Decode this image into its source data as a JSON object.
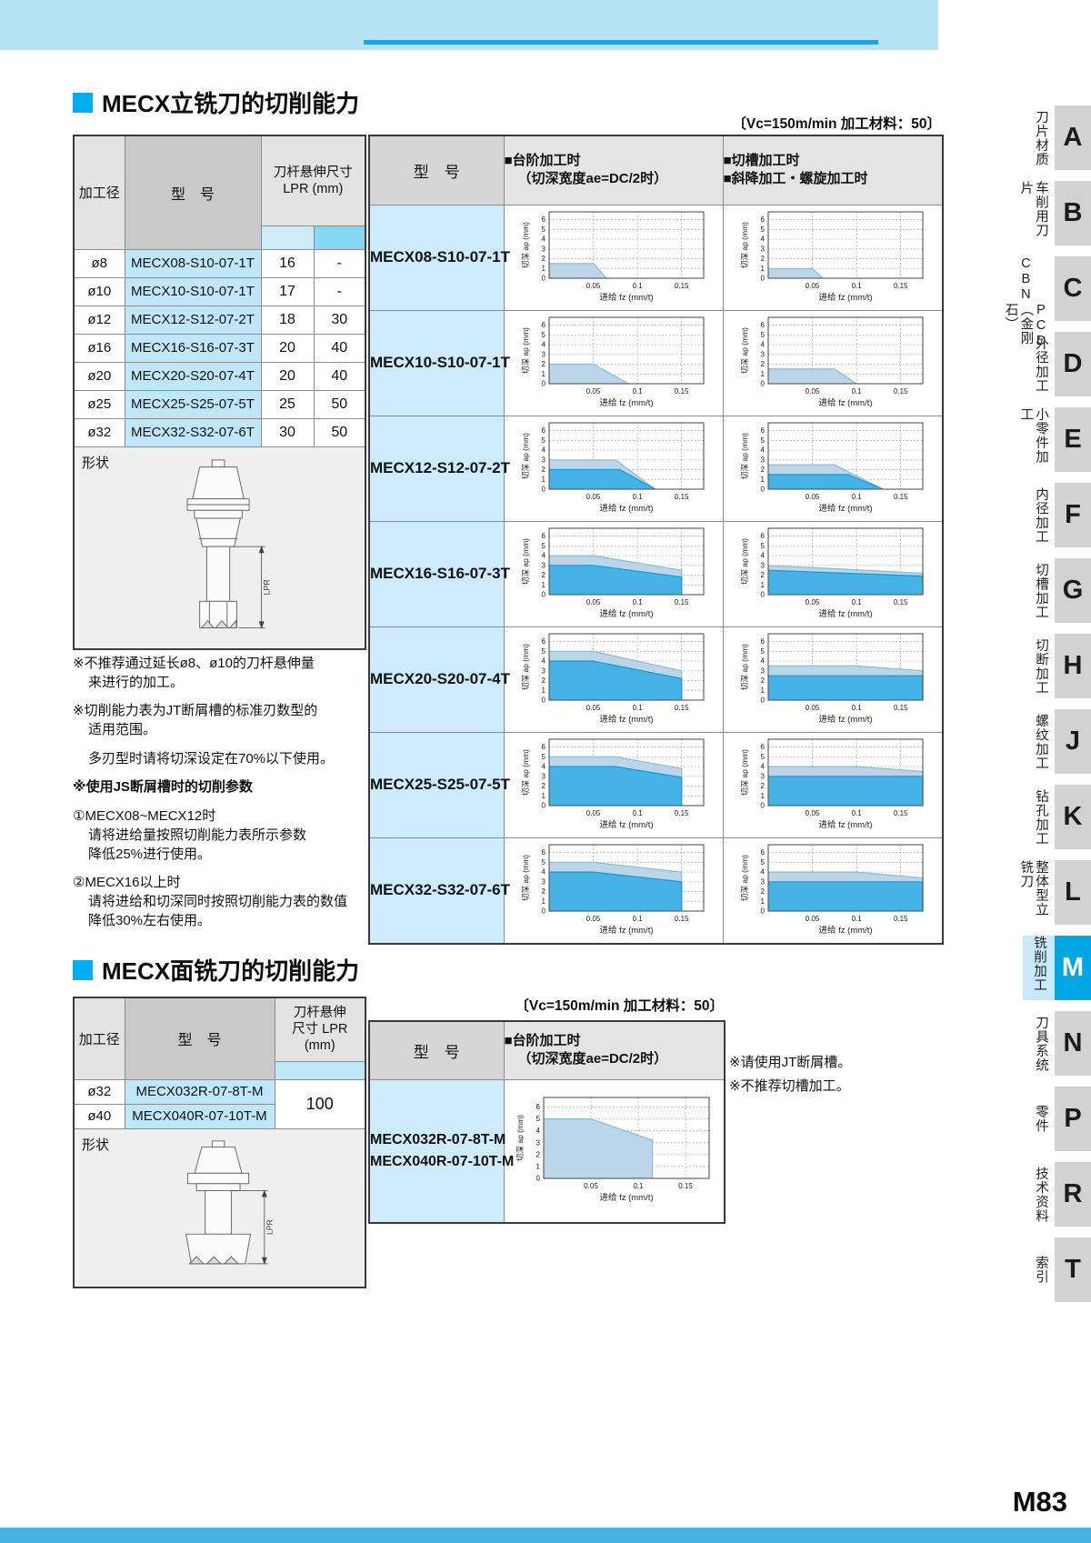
{
  "page": {
    "number": "M83",
    "colors": {
      "accent": "#00aeef",
      "topbar": "#b6e2f6",
      "bottombar": "#47b2e4",
      "active_tab": "#00a6e4",
      "model_cell": "#cdebfa"
    }
  },
  "sidebar": {
    "tabs": [
      {
        "letter": "A",
        "cols": [
          "刀片材质"
        ]
      },
      {
        "letter": "B",
        "cols": [
          "车削用刀片"
        ]
      },
      {
        "letter": "C",
        "cols": [
          "CBN",
          "PCD（金刚石）"
        ]
      },
      {
        "letter": "D",
        "cols": [
          "外径加工"
        ]
      },
      {
        "letter": "E",
        "cols": [
          "小零件加工"
        ]
      },
      {
        "letter": "F",
        "cols": [
          "内径加工"
        ]
      },
      {
        "letter": "G",
        "cols": [
          "切槽加工"
        ]
      },
      {
        "letter": "H",
        "cols": [
          "切断加工"
        ]
      },
      {
        "letter": "J",
        "cols": [
          "螺纹加工"
        ]
      },
      {
        "letter": "K",
        "cols": [
          "钻孔加工"
        ]
      },
      {
        "letter": "L",
        "cols": [
          "整体型立铣刀"
        ]
      },
      {
        "letter": "M",
        "cols": [
          "铣削加工"
        ],
        "active": true
      },
      {
        "letter": "N",
        "cols": [
          "刀具系统"
        ]
      },
      {
        "letter": "P",
        "cols": [
          "零件"
        ]
      },
      {
        "letter": "R",
        "cols": [
          "技术资料"
        ]
      },
      {
        "letter": "T",
        "cols": [
          "索引"
        ]
      }
    ]
  },
  "section1": {
    "title": "MECX立铣刀的切削能力",
    "vc_note": "〔Vc=150m/min 加工材料：50〕",
    "spec_table": {
      "h_diameter": "加工径",
      "h_model": "型　号",
      "h_lpr_line1": "刀杆悬伸尺寸",
      "h_lpr_line2": "LPR (mm)",
      "shape_label": "形状",
      "rows": [
        {
          "diameter": "ø8",
          "model": "MECX08-S10-07-1T",
          "lpr1": "16",
          "lpr2": "-"
        },
        {
          "diameter": "ø10",
          "model": "MECX10-S10-07-1T",
          "lpr1": "17",
          "lpr2": "-"
        },
        {
          "diameter": "ø12",
          "model": "MECX12-S12-07-2T",
          "lpr1": "18",
          "lpr2": "30"
        },
        {
          "diameter": "ø16",
          "model": "MECX16-S16-07-3T",
          "lpr1": "20",
          "lpr2": "40"
        },
        {
          "diameter": "ø20",
          "model": "MECX20-S20-07-4T",
          "lpr1": "20",
          "lpr2": "40"
        },
        {
          "diameter": "ø25",
          "model": "MECX25-S25-07-5T",
          "lpr1": "25",
          "lpr2": "50"
        },
        {
          "diameter": "ø32",
          "model": "MECX32-S32-07-6T",
          "lpr1": "30",
          "lpr2": "50"
        }
      ]
    },
    "chart_table": {
      "h_model": "型　号",
      "h_step_line1": "■台阶加工时",
      "h_step_line2": "（切深宽度ae=DC/2时）",
      "h_slot_line1": "■切槽加工时",
      "h_slot_line2": "■斜降加工・螺旋加工时"
    },
    "notes": [
      {
        "text": "※不推荐通过延长ø8、ø10的刀杆悬伸量",
        "cls": ""
      },
      {
        "text": "来进行的加工。",
        "cls": "ind"
      },
      {
        "text": "※切削能力表为JT断屑槽的标准刃数型的",
        "cls": "gap"
      },
      {
        "text": "适用范围。",
        "cls": "ind"
      },
      {
        "text": "多刃型时请将切深设定在70%以下使用。",
        "cls": "ind gap"
      },
      {
        "text": "※使用JS断屑槽时的切削参数",
        "cls": "bold gap"
      },
      {
        "text": "①MECX08~MECX12时",
        "cls": "gap"
      },
      {
        "text": "请将进给量按照切削能力表所示参数",
        "cls": "ind"
      },
      {
        "text": "降低25%进行使用。",
        "cls": "ind"
      },
      {
        "text": "②MECX16以上时",
        "cls": "gap"
      },
      {
        "text": "请将进给和切深同时按照切削能力表的数值",
        "cls": "ind"
      },
      {
        "text": "降低30%左右使用。",
        "cls": "ind"
      }
    ]
  },
  "section2": {
    "title": "MECX面铣刀的切削能力",
    "vc_note": "〔Vc=150m/min 加工材料：50〕",
    "spec_table": {
      "h_diameter": "加工径",
      "h_model": "型　号",
      "h_lpr_line1": "刀杆悬伸",
      "h_lpr_line2": "尺寸 LPR",
      "h_lpr_line3": "(mm)",
      "shape_label": "形状",
      "rows": [
        {
          "diameter": "ø32",
          "model": "MECX032R-07-8T-M"
        },
        {
          "diameter": "ø40",
          "model": "MECX040R-07-10T-M"
        }
      ],
      "lpr_merged": "100"
    },
    "chart_table": {
      "h_model": "型　号",
      "h_step_line1": "■台阶加工时",
      "h_step_line2": "（切深宽度ae=DC/2时）"
    },
    "notes": [
      "※请使用JT断屑槽。",
      "※不推荐切槽加工。"
    ]
  },
  "chart_data": {
    "type": "area",
    "xlabel": "进给 fz (mm/t)",
    "ylabel": "切深 ap (mm)",
    "xlim": [
      0,
      0.175
    ],
    "ylim": [
      0,
      6.8
    ],
    "xticks": [
      0.05,
      0.1,
      0.15
    ],
    "yticks": [
      0,
      1,
      2,
      3,
      4,
      5,
      6
    ],
    "grid": "dotted",
    "legend_position": "none",
    "tones": {
      "light": "#bad6e8",
      "dark": "#46b3e6"
    },
    "tone_lines": {
      "light": "#8cb8d4",
      "dark": "#1798d4"
    },
    "columns": [
      "step",
      "slot"
    ],
    "rows": [
      {
        "model": "MECX08-S10-07-1T",
        "step": [
          {
            "tone": "light",
            "pts": [
              [
                0,
                1.5
              ],
              [
                0.05,
                1.5
              ],
              [
                0.065,
                0
              ]
            ]
          }
        ],
        "slot": [
          {
            "tone": "light",
            "pts": [
              [
                0,
                1.0
              ],
              [
                0.05,
                1.0
              ],
              [
                0.062,
                0
              ]
            ]
          }
        ]
      },
      {
        "model": "MECX10-S10-07-1T",
        "step": [
          {
            "tone": "light",
            "pts": [
              [
                0,
                2.0
              ],
              [
                0.05,
                2.0
              ],
              [
                0.09,
                0
              ]
            ]
          }
        ],
        "slot": [
          {
            "tone": "light",
            "pts": [
              [
                0,
                1.5
              ],
              [
                0.075,
                1.5
              ],
              [
                0.1,
                0
              ]
            ]
          }
        ]
      },
      {
        "model": "MECX12-S12-07-2T",
        "step": [
          {
            "tone": "light",
            "pts": [
              [
                0,
                3.0
              ],
              [
                0.075,
                3.0
              ],
              [
                0.12,
                0
              ]
            ]
          },
          {
            "tone": "dark",
            "pts": [
              [
                0,
                2.0
              ],
              [
                0.08,
                2.0
              ],
              [
                0.12,
                0
              ]
            ]
          }
        ],
        "slot": [
          {
            "tone": "light",
            "pts": [
              [
                0,
                2.5
              ],
              [
                0.075,
                2.5
              ],
              [
                0.13,
                0
              ]
            ]
          },
          {
            "tone": "dark",
            "pts": [
              [
                0,
                1.5
              ],
              [
                0.09,
                1.5
              ],
              [
                0.13,
                0
              ]
            ]
          }
        ]
      },
      {
        "model": "MECX16-S16-07-3T",
        "step": [
          {
            "tone": "light",
            "pts": [
              [
                0,
                4.0
              ],
              [
                0.05,
                4.0
              ],
              [
                0.15,
                2.5
              ],
              [
                0.15,
                0
              ]
            ]
          },
          {
            "tone": "dark",
            "pts": [
              [
                0,
                3.0
              ],
              [
                0.05,
                3.0
              ],
              [
                0.15,
                1.8
              ],
              [
                0.15,
                0
              ]
            ]
          }
        ],
        "slot": [
          {
            "tone": "light",
            "pts": [
              [
                0,
                3.0
              ],
              [
                0.175,
                2.2
              ],
              [
                0.175,
                0
              ]
            ]
          },
          {
            "tone": "dark",
            "pts": [
              [
                0,
                2.5
              ],
              [
                0.175,
                1.9
              ],
              [
                0.175,
                0
              ]
            ]
          }
        ]
      },
      {
        "model": "MECX20-S20-07-4T",
        "step": [
          {
            "tone": "light",
            "pts": [
              [
                0,
                5.0
              ],
              [
                0.05,
                5.0
              ],
              [
                0.15,
                3.0
              ],
              [
                0.15,
                0
              ]
            ]
          },
          {
            "tone": "dark",
            "pts": [
              [
                0,
                4.0
              ],
              [
                0.05,
                4.0
              ],
              [
                0.15,
                2.2
              ],
              [
                0.15,
                0
              ]
            ]
          }
        ],
        "slot": [
          {
            "tone": "light",
            "pts": [
              [
                0,
                3.5
              ],
              [
                0.1,
                3.5
              ],
              [
                0.175,
                3.0
              ],
              [
                0.175,
                0
              ]
            ]
          },
          {
            "tone": "dark",
            "pts": [
              [
                0,
                2.5
              ],
              [
                0.175,
                2.5
              ],
              [
                0.175,
                0
              ]
            ]
          }
        ]
      },
      {
        "model": "MECX25-S25-07-5T",
        "step": [
          {
            "tone": "light",
            "pts": [
              [
                0,
                5.0
              ],
              [
                0.075,
                5.0
              ],
              [
                0.15,
                3.8
              ],
              [
                0.15,
                0
              ]
            ]
          },
          {
            "tone": "dark",
            "pts": [
              [
                0,
                4.0
              ],
              [
                0.075,
                4.0
              ],
              [
                0.15,
                2.9
              ],
              [
                0.15,
                0
              ]
            ]
          }
        ],
        "slot": [
          {
            "tone": "light",
            "pts": [
              [
                0,
                4.0
              ],
              [
                0.1,
                4.0
              ],
              [
                0.175,
                3.5
              ],
              [
                0.175,
                0
              ]
            ]
          },
          {
            "tone": "dark",
            "pts": [
              [
                0,
                3.0
              ],
              [
                0.175,
                3.0
              ],
              [
                0.175,
                0
              ]
            ]
          }
        ]
      },
      {
        "model": "MECX32-S32-07-6T",
        "step": [
          {
            "tone": "light",
            "pts": [
              [
                0,
                5.0
              ],
              [
                0.05,
                5.0
              ],
              [
                0.15,
                4.0
              ],
              [
                0.15,
                0
              ]
            ]
          },
          {
            "tone": "dark",
            "pts": [
              [
                0,
                4.0
              ],
              [
                0.05,
                4.0
              ],
              [
                0.15,
                3.0
              ],
              [
                0.15,
                0
              ]
            ]
          }
        ],
        "slot": [
          {
            "tone": "light",
            "pts": [
              [
                0,
                4.0
              ],
              [
                0.1,
                4.0
              ],
              [
                0.175,
                3.4
              ],
              [
                0.175,
                0
              ]
            ]
          },
          {
            "tone": "dark",
            "pts": [
              [
                0,
                3.0
              ],
              [
                0.175,
                3.0
              ],
              [
                0.175,
                0
              ]
            ]
          }
        ]
      }
    ],
    "face_mill": {
      "models": [
        "MECX032R-07-8T-M",
        "MECX040R-07-10T-M"
      ],
      "step": [
        {
          "tone": "light",
          "pts": [
            [
              0,
              5.0
            ],
            [
              0.05,
              5.0
            ],
            [
              0.115,
              3.2
            ],
            [
              0.115,
              0
            ]
          ]
        }
      ]
    }
  }
}
